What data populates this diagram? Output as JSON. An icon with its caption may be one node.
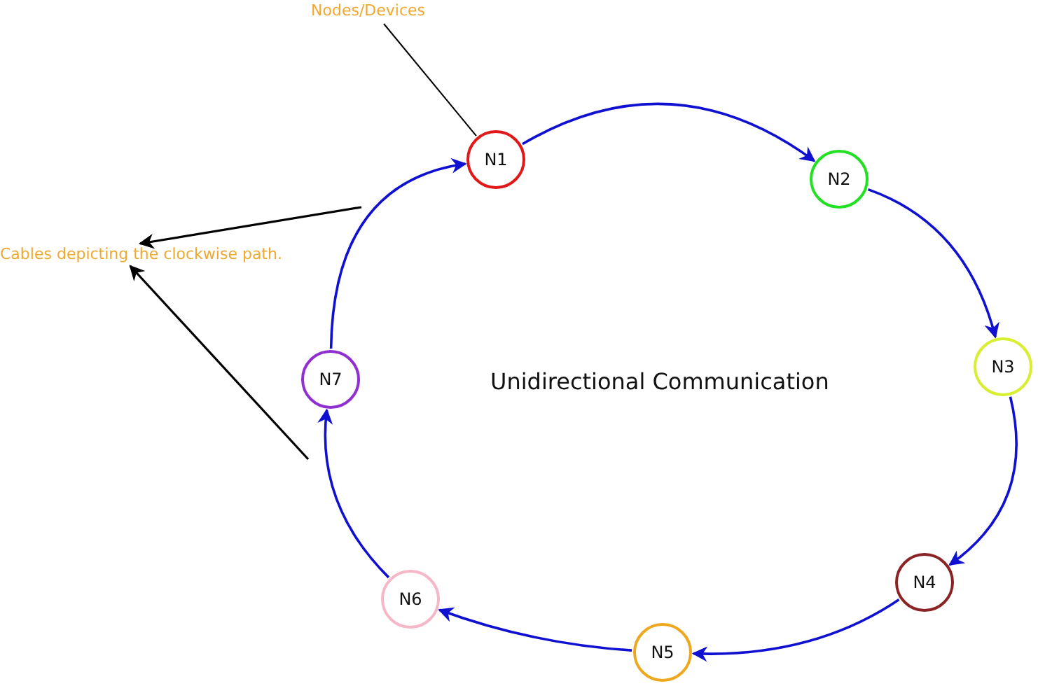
{
  "diagram": {
    "nodes": [
      {
        "text": [
          "N1"
        ]
      },
      {
        "text": [
          "N2"
        ]
      },
      {
        "text": [
          "N3"
        ]
      },
      {
        "text": [
          "N4"
        ]
      },
      {
        "text": [
          "N5"
        ]
      },
      {
        "text": [
          "N6"
        ]
      },
      {
        "text": [
          "N7"
        ]
      },
      {
        "text": [
          "Nodes/Devices"
        ]
      },
      {
        "text": [
          "Cables depicting the clockwise path."
        ]
      }
    ],
    "edges": [
      {
        "from": 0,
        "to": 1,
        "arrow": "to"
      },
      {
        "from": 1,
        "to": 2,
        "arrow": "to"
      },
      {
        "from": 2,
        "to": 3,
        "arrow": "to"
      },
      {
        "from": 3,
        "to": 4,
        "arrow": "to"
      },
      {
        "from": 4,
        "to": 5,
        "arrow": "to"
      },
      {
        "from": 5,
        "to": 6,
        "arrow": "to"
      },
      {
        "from": 6,
        "to": 0,
        "arrow": "to"
      },
      {
        "from": 7,
        "to": 0,
        "arrow": "none",
        "color": "#000000"
      },
      {
        "from": null,
        "to": 8,
        "arrow": "to",
        "color": "#000000"
      },
      {
        "from": null,
        "to": 8,
        "arrow": "to",
        "color": "#000000"
      }
    ],
    "labels": [
      "Unidirectional Communication"
    ]
  }
}
